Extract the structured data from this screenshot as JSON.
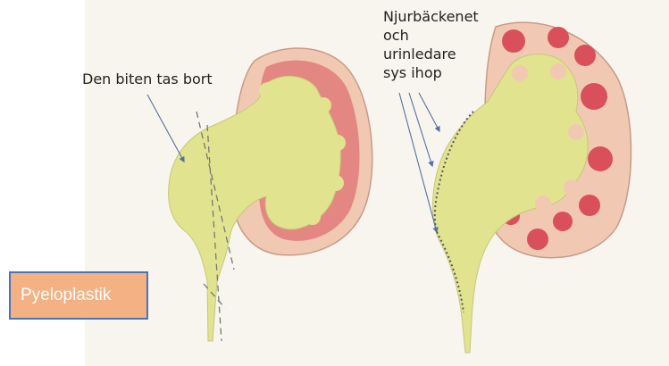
{
  "labels": {
    "cut_piece": "Den biten tas bort",
    "sewn_line1": "Njurbäckenet",
    "sewn_line2": "och",
    "sewn_line3": "urinledare",
    "sewn_line4": "sys ihop"
  },
  "badge": {
    "text": "Pyeloplastik"
  },
  "colors": {
    "pelvis": "#e2e38f",
    "cortex": "#f1c9b3",
    "medulla": "#d9505a",
    "badge_fill": "#f4b183",
    "badge_border": "#4a74b8"
  }
}
